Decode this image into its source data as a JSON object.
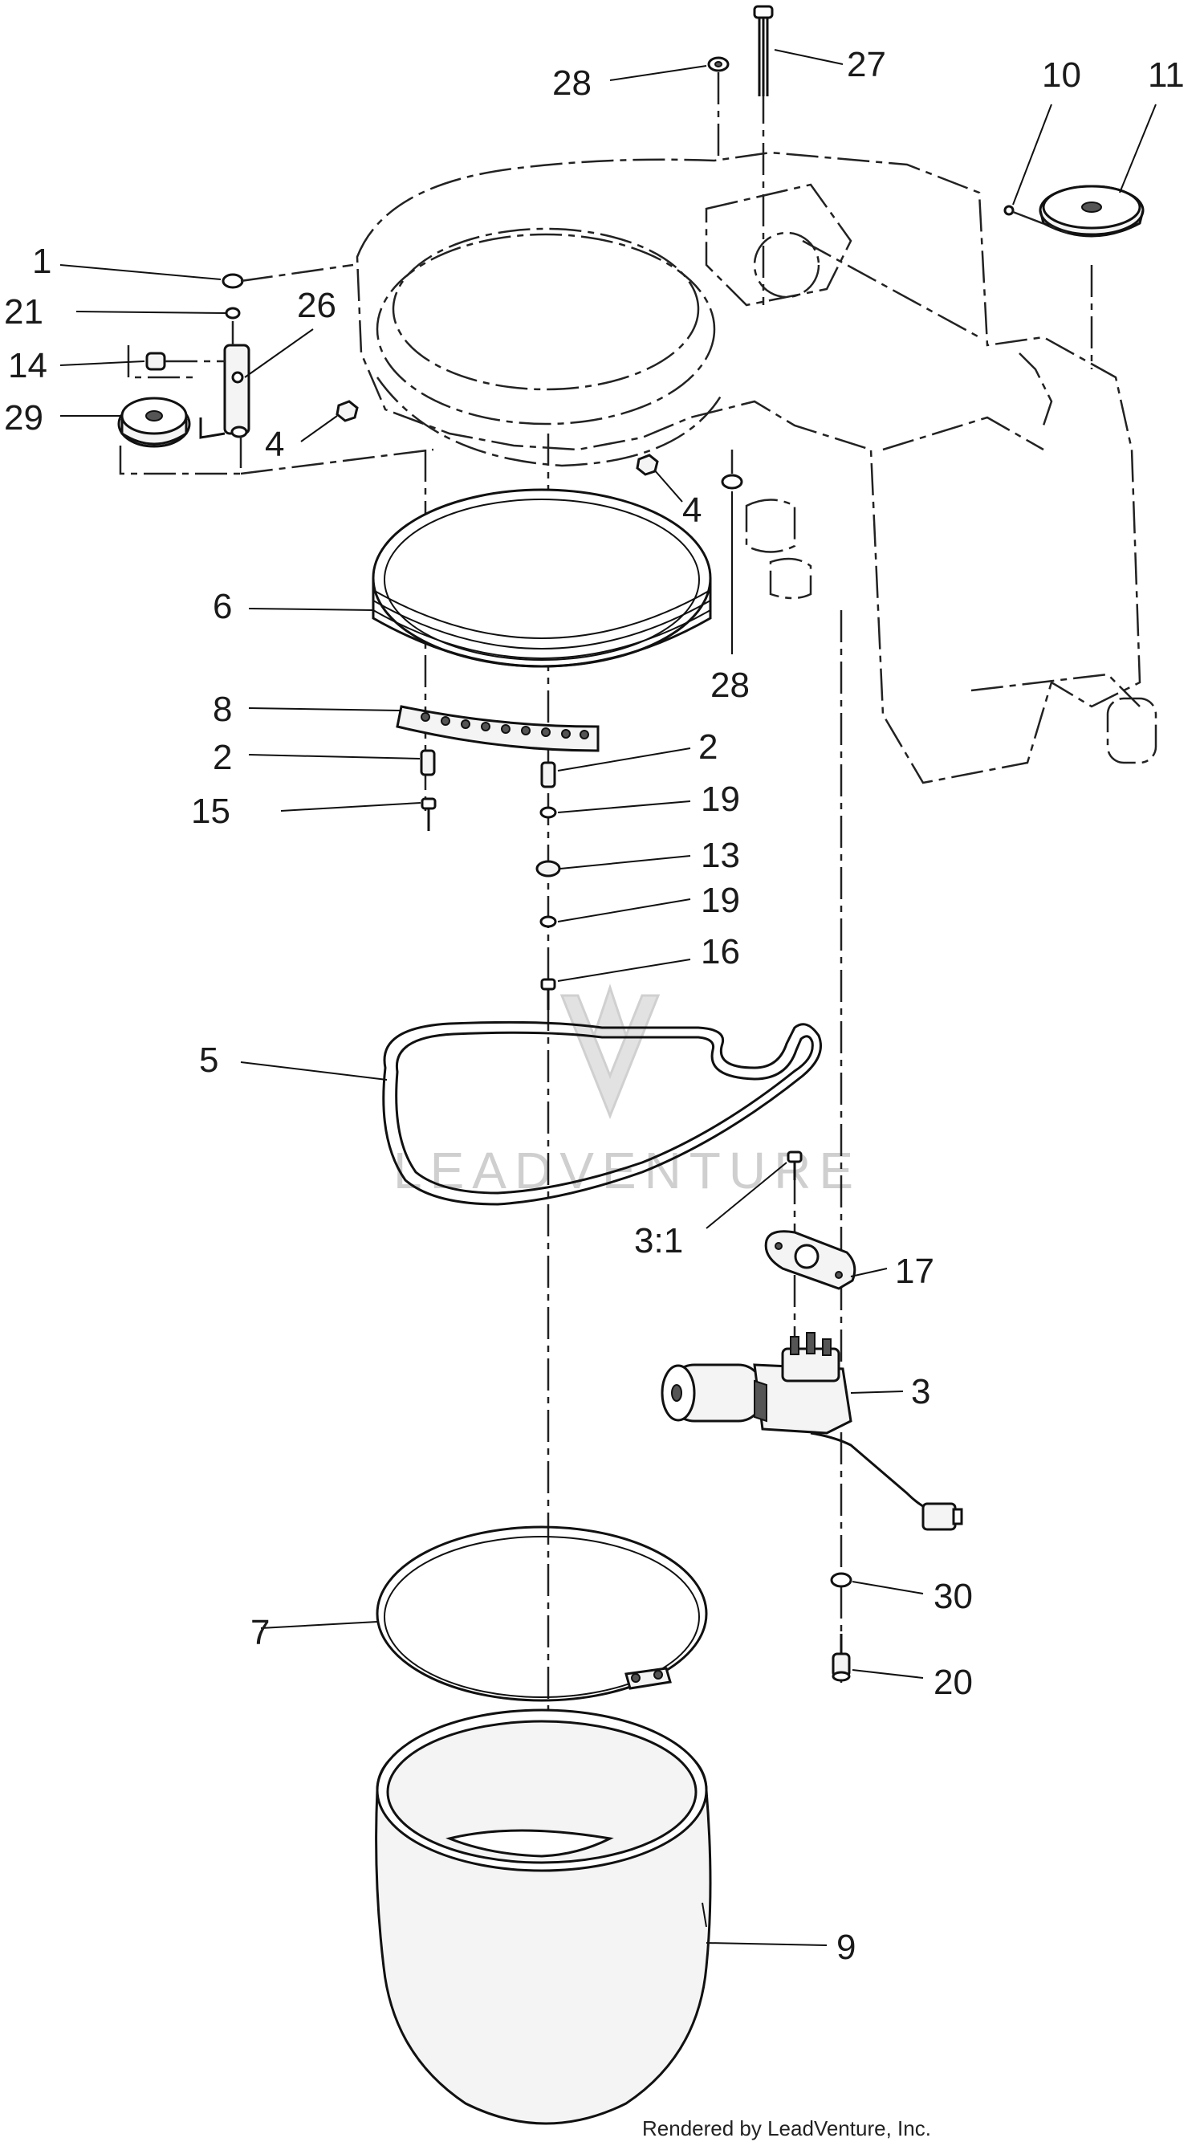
{
  "callouts": {
    "c28a": "28",
    "c27": "27",
    "c10": "10",
    "c11": "11",
    "c1": "1",
    "c21": "21",
    "c26": "26",
    "c14": "14",
    "c29": "29",
    "c4a": "4",
    "c4b": "4",
    "c6": "6",
    "c28b": "28",
    "c8": "8",
    "c2a": "2",
    "c2b": "2",
    "c15": "15",
    "c19a": "19",
    "c13": "13",
    "c19b": "19",
    "c16": "16",
    "c5": "5",
    "c3_1": "3:1",
    "c17": "17",
    "c3": "3",
    "c30": "30",
    "c7": "7",
    "c20": "20",
    "c9": "9"
  },
  "watermark": "LEADVENTURE",
  "credit": "Rendered by LeadVenture, Inc."
}
